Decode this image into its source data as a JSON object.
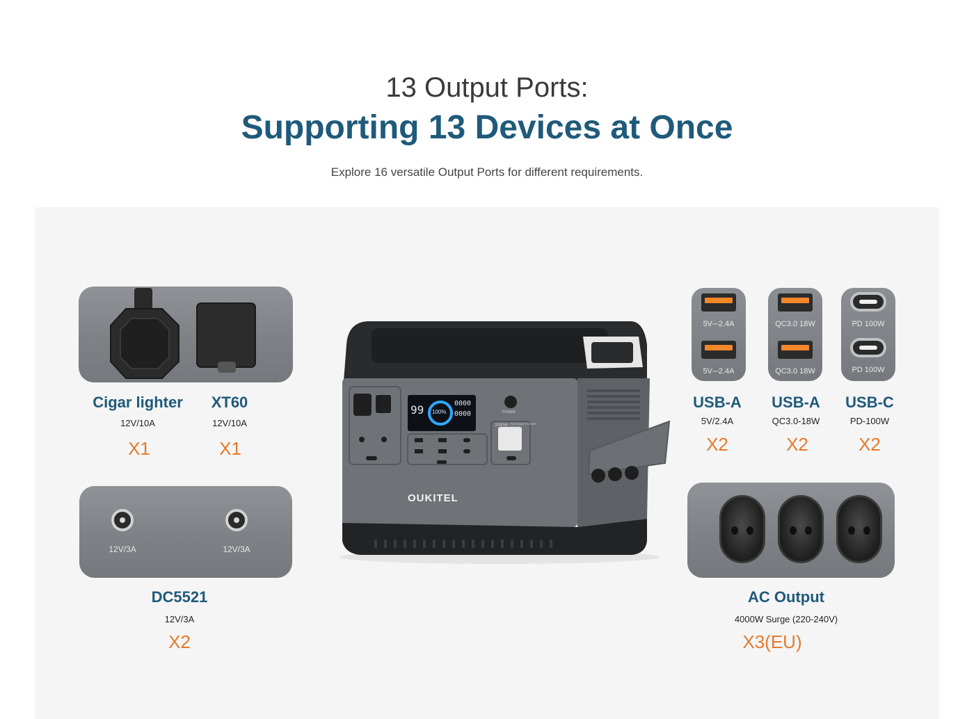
{
  "header": {
    "line1": "13 Output Ports:",
    "line2": "Supporting 13 Devices at Once",
    "subtitle": "Explore 16 versatile Output Ports for different requirements."
  },
  "ports": {
    "cigar": {
      "name": "Cigar lighter",
      "spec": "12V/10A",
      "qty": "X1"
    },
    "xt60": {
      "name": "XT60",
      "spec": "12V/10A",
      "qty": "X1"
    },
    "dc5521": {
      "name": "DC5521",
      "spec": "12V/3A",
      "qty": "X2",
      "jack_label": "12V/3A"
    },
    "usb_a_1": {
      "name": "USB-A",
      "spec": "5V/2.4A",
      "qty": "X2",
      "tile_label": "5V⎓2.4A"
    },
    "usb_a_2": {
      "name": "USB-A",
      "spec": "QC3.0-18W",
      "qty": "X2",
      "tile_label": "QC3.0 18W"
    },
    "usb_c": {
      "name": "USB-C",
      "spec": "PD-100W",
      "qty": "X2",
      "tile_label": "PD 100W"
    },
    "ac": {
      "name": "AC Output",
      "spec": "4000W Surge (220-240V)",
      "qty": "X3(EU)"
    }
  },
  "product": {
    "brand": "OUKITEL",
    "display_battery": "99",
    "display_percent": "100%",
    "display_in": "0000",
    "display_out": "0000",
    "power_label": "POWER",
    "model_label": "2000W",
    "type_label": "PORTABLE POWER STATION"
  },
  "colors": {
    "title_blue": "#1f5a7a",
    "qty_orange": "#e67a2a",
    "panel_bg": "#f5f5f5",
    "usb_a_accent": "#f2872a"
  }
}
